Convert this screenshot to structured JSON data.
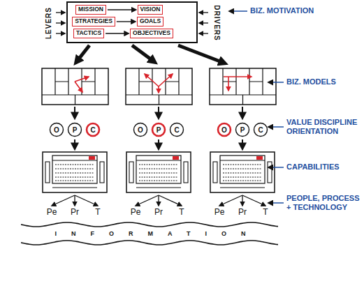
{
  "diagram": {
    "nodes": [
      {
        "text": [
          "MISSION"
        ]
      },
      {
        "text": [
          "VISION"
        ]
      },
      {
        "text": [
          "STRATEGIES"
        ]
      },
      {
        "text": [
          "GOALS"
        ]
      },
      {
        "text": [
          "TACTICS"
        ]
      },
      {
        "text": [
          "OBJECTIVES"
        ]
      },
      {
        "text": [
          "O"
        ]
      },
      {
        "text": [
          "P"
        ]
      },
      {
        "text": [
          "C"
        ]
      },
      {
        "text": [
          "O"
        ]
      },
      {
        "text": [
          "P"
        ]
      },
      {
        "text": [
          "C"
        ]
      },
      {
        "text": [
          "O"
        ]
      },
      {
        "text": [
          "P"
        ]
      },
      {
        "text": [
          "C"
        ]
      },
      {
        "text": [
          "INFORMATION"
        ]
      }
    ],
    "edges": [
      {
        "from": 0,
        "to": 1,
        "arrow": "to"
      },
      {
        "from": 2,
        "to": 3,
        "arrow": "to"
      },
      {
        "from": 4,
        "to": 5,
        "arrow": "to"
      }
    ],
    "labels": [
      "LEVERS",
      "DRIVERS",
      "BIZ. MOTIVATION",
      "BIZ. MODELS",
      "VALUE DISCIPLINE ORIENTATION",
      "CAPABILITIES",
      "PEOPLE, PROCESS + TECHNOLOGY",
      "Pe",
      "Pr",
      "T",
      "Pe",
      "Pr",
      "T",
      "Pe",
      "Pr",
      "T"
    ]
  }
}
